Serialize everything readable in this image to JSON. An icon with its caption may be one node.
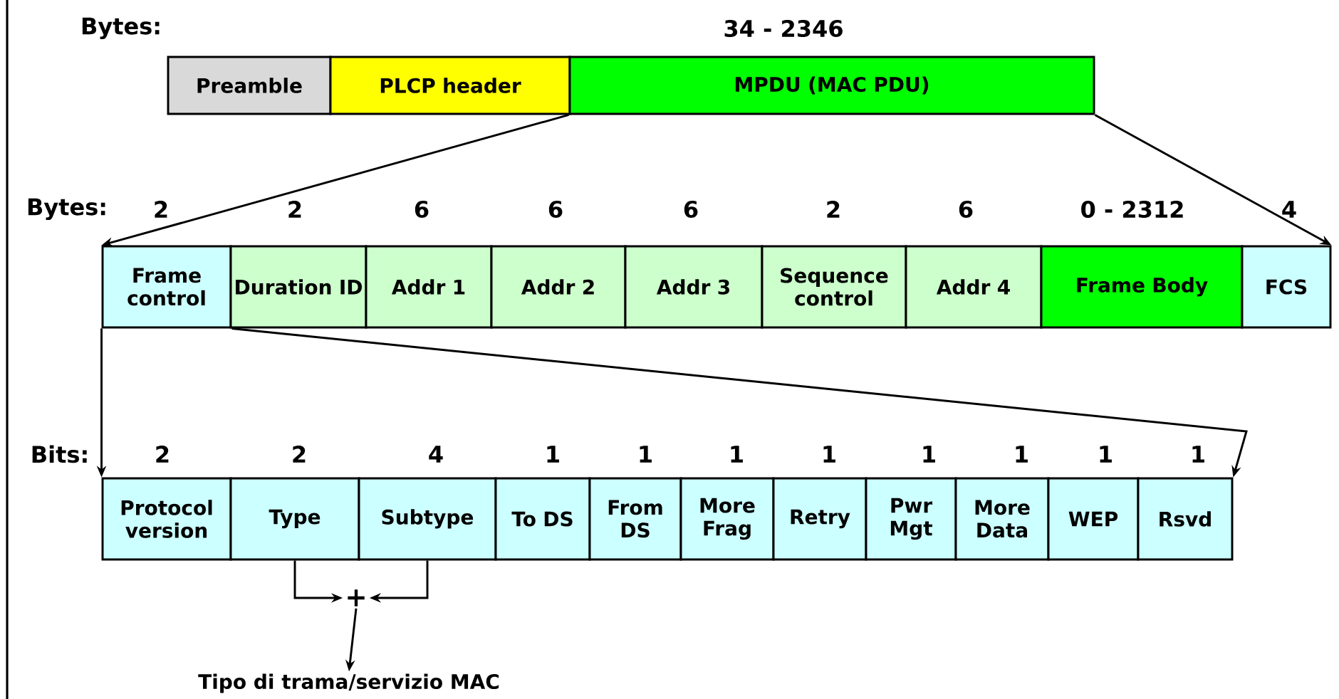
{
  "diagram": {
    "nodes": [
      {
        "text": [
          "Preamble"
        ]
      },
      {
        "text": [
          "PLCP header"
        ]
      },
      {
        "text": [
          "MPDU (MAC PDU)"
        ]
      },
      {
        "text": [
          "Frame control"
        ]
      },
      {
        "text": [
          "Duration ID"
        ]
      },
      {
        "text": [
          "Addr 1"
        ]
      },
      {
        "text": [
          "Addr 2"
        ]
      },
      {
        "text": [
          "Addr 3"
        ]
      },
      {
        "text": [
          "Sequence control"
        ]
      },
      {
        "text": [
          "Addr 4"
        ]
      },
      {
        "text": [
          "Frame Body"
        ]
      },
      {
        "text": [
          "FCS"
        ]
      },
      {
        "text": [
          "Protocol version"
        ]
      },
      {
        "text": [
          "Type"
        ]
      },
      {
        "text": [
          "Subtype"
        ]
      },
      {
        "text": [
          "To DS"
        ]
      },
      {
        "text": [
          "From DS"
        ]
      },
      {
        "text": [
          "More Frag"
        ]
      },
      {
        "text": [
          "Retry"
        ]
      },
      {
        "text": [
          "Pwr Mgt"
        ]
      },
      {
        "text": [
          "More Data"
        ]
      },
      {
        "text": [
          "WEP"
        ]
      },
      {
        "text": [
          "Rsvd"
        ]
      },
      {
        "text": [
          "+"
        ]
      },
      {
        "text": [
          "Tipo di trama/servizio MAC"
        ]
      }
    ],
    "edges": [
      {
        "from": 2,
        "to": 3,
        "arrow": "to"
      },
      {
        "from": 2,
        "to": 11,
        "arrow": "to"
      },
      {
        "from": 3,
        "to": 12,
        "arrow": "to"
      },
      {
        "from": 3,
        "to": 22,
        "arrow": "to"
      },
      {
        "from": 13,
        "to": 23,
        "arrow": "to"
      },
      {
        "from": 14,
        "to": 23,
        "arrow": "to"
      },
      {
        "from": 23,
        "to": 24,
        "arrow": "to"
      }
    ],
    "labels": [
      "Bytes:",
      "34 - 2346",
      "Bytes:",
      "2",
      "2",
      "6",
      "6",
      "6",
      "2",
      "6",
      "0 - 2312",
      "4",
      "Bits:",
      "2",
      "2",
      "4",
      "1",
      "1",
      "1",
      "1",
      "1",
      "1",
      "1",
      "1"
    ]
  }
}
